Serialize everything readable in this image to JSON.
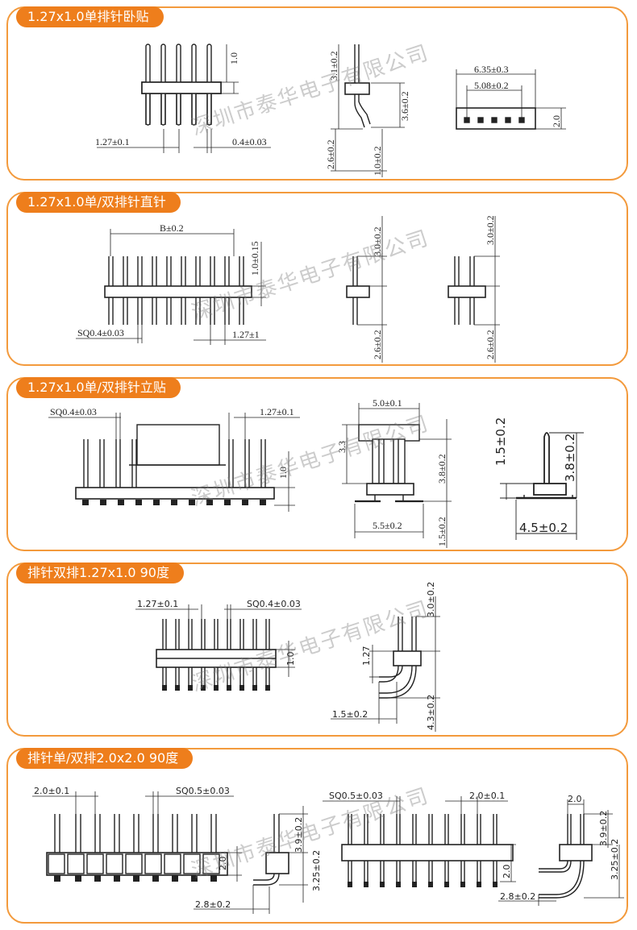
{
  "sections": [
    {
      "title": "1.27x1.0单排针卧贴",
      "dims": [
        "1.0",
        "1.27±0.1",
        "0.4±0.03",
        "3.1±0.2",
        "3.6±0.2",
        "2.6±0.2",
        "1.0±0.2",
        "6.35±0.3",
        "5.08±0.2",
        "2.0"
      ]
    },
    {
      "title": "1.27x1.0单/双排针直针",
      "dims": [
        "B±0.2",
        "1.0±0.15",
        "SQ0.4±0.03",
        "1.27±1",
        "3.0±0.2",
        "2.6±0.2",
        "3.0±0.2",
        "2.6±0.2"
      ]
    },
    {
      "title": "1.27x1.0单/双排针立贴",
      "dims": [
        "SQ0.4±0.03",
        "1.27±0.1",
        "1.0",
        "5.0±0.1",
        "3.3",
        "3.8±0.2",
        "5.5±0.2",
        "1.5±0.2",
        "1.5±0.2",
        "3.8±0.2",
        "4.5±0.2"
      ]
    },
    {
      "title": "排针双排1.27x1.0 90度",
      "dims": [
        "1.27±0.1",
        "SQ0.4±0.03",
        "1.0",
        "3.0±0.2",
        "1.27",
        "1.5±0.2",
        "4.3±0.2"
      ]
    },
    {
      "title": "排针单/双排2.0x2.0 90度",
      "dims": [
        "2.0±0.1",
        "SQ0.5±0.03",
        "2.0",
        "3.9±0.2",
        "3.25±0.2",
        "2.8±0.2",
        "SQ0.5±0.03",
        "2.0±0.1",
        "2.0",
        "2.0",
        "3.9±0.2",
        "3.25±0.2",
        "2.8±0.2"
      ]
    }
  ],
  "watermark": "深圳市泰华电子有限公司"
}
